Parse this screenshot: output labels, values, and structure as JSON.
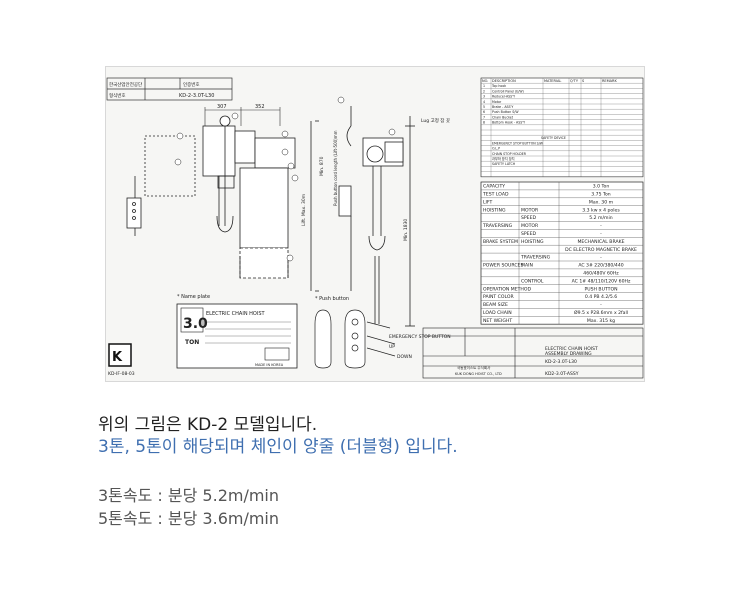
{
  "drawing": {
    "header_label_1": "한국산업안전공단",
    "header_label_2": "인증번호",
    "header_label_3": "형식번호",
    "model_code": "KD-2-3.0T-L30",
    "dim_top_1": "307",
    "dim_top_2": "352",
    "nameplate_note": "* Name plate",
    "pushbutton_note": "* Push button",
    "nameplate_title": "ELECTRIC CHAIN HOIST",
    "nameplate_capacity": "3.0",
    "nameplate_unit": "TON",
    "nameplate_maker": "MADE IN KOREA",
    "drawing_number": "KD-IF-08-03",
    "emergency_label": "EMERGENCY STOP BUTTON",
    "up_label": "UP",
    "down_label": "DOWN",
    "lug_label": "Lug 고정 잠 꼿",
    "dim_min": "Min. 870",
    "dim_lift": "Lift. Max. 30m",
    "dim_cord": "Push button cord length (Lift-500)mm",
    "dim_1830": "Min. 1830",
    "parts_headers": [
      "NO.",
      "DESCRIPTION",
      "MATERIAL",
      "Q'TY",
      "S",
      "REMARK"
    ],
    "parts": [
      "Top hook",
      "Controll Panel (E/W)",
      "Reducer-ASS'Y",
      "Motor",
      "Brake - ASS'Y",
      "Push Button S/W",
      "Chain Bucket",
      "Bottom Hook - ASS'Y"
    ],
    "safety_title": "SAFETY DEVICE",
    "safety": [
      "EMERGENCY STOP BUTTON S/W",
      "O.L.P",
      "CHAIN STOP HOLDER",
      "과부하 방지 장치",
      "SAFETY LATCH"
    ],
    "specs": [
      [
        "CAPACITY",
        "",
        "3.0 Ton"
      ],
      [
        "TEST LOAD",
        "",
        "3.75 Ton"
      ],
      [
        "LIFT",
        "",
        "Max. 30 m"
      ],
      [
        "HOISTING",
        "MOTOR",
        "3.3 kw x 4 poles"
      ],
      [
        "",
        "SPEED",
        "5.2 m/min"
      ],
      [
        "TRAVERSING",
        "MOTOR",
        "-"
      ],
      [
        "",
        "SPEED",
        "-"
      ],
      [
        "BRAKE SYSTEM",
        "HOISTING",
        "MECHANICAL BRAKE"
      ],
      [
        "",
        "",
        "DC ELECTRO MAGNETIC BRAKE"
      ],
      [
        "",
        "TRAVERSING",
        "-"
      ],
      [
        "POWER SOURCES",
        "MAIN",
        "AC 3# 220/380/440"
      ],
      [
        "",
        "",
        "460/480V 60Hz"
      ],
      [
        "",
        "CONTROL",
        "AC 1# 48/110/120V 60Hz"
      ],
      [
        "OPERATION METHOD",
        "",
        "PUSH BUTTON"
      ],
      [
        "PAINT COLOR",
        "",
        "0.4 PB 4.2/5.6"
      ],
      [
        "BEAM SIZE",
        "",
        "-"
      ],
      [
        "LOAD CHAIN",
        "",
        "Ø9.5 x P28.6mm x 2fall"
      ],
      [
        "NET WEIGHT",
        "",
        "Max. 315 kg"
      ]
    ],
    "title_block_1": "ELECTRIC CHAIN HOIST",
    "title_block_2": "ASSEMBLY DRAWING",
    "title_block_3": "KD-2-3.0T-L30",
    "title_block_4": "KD2-3.0T-ASSY",
    "company": "KUK DONG HOIST CO., LTD",
    "company_kr": "국동호이스트 주식회사"
  },
  "text": {
    "line1": "위의 그림은 KD-2 모델입니다.",
    "line2": "3톤, 5톤이 해당되며 체인이 양줄 (더블형) 입니다.",
    "line3": "3톤속도 : 분당 5.2m/min",
    "line4": "5톤속도 : 분당 3.6m/min"
  }
}
